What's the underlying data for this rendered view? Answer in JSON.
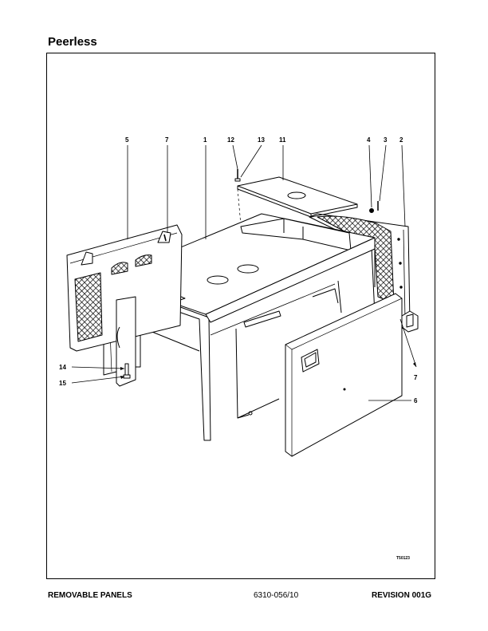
{
  "header": {
    "brand": "Peerless"
  },
  "diagram": {
    "callouts": [
      "1",
      "2",
      "3",
      "4",
      "5",
      "6",
      "7",
      "11",
      "12",
      "13",
      "14",
      "15"
    ],
    "figure_id": "T50123"
  },
  "footer": {
    "title": "REMOVABLE PANELS",
    "doc_number": "6310-056/10",
    "revision": "REVISION 001G"
  }
}
